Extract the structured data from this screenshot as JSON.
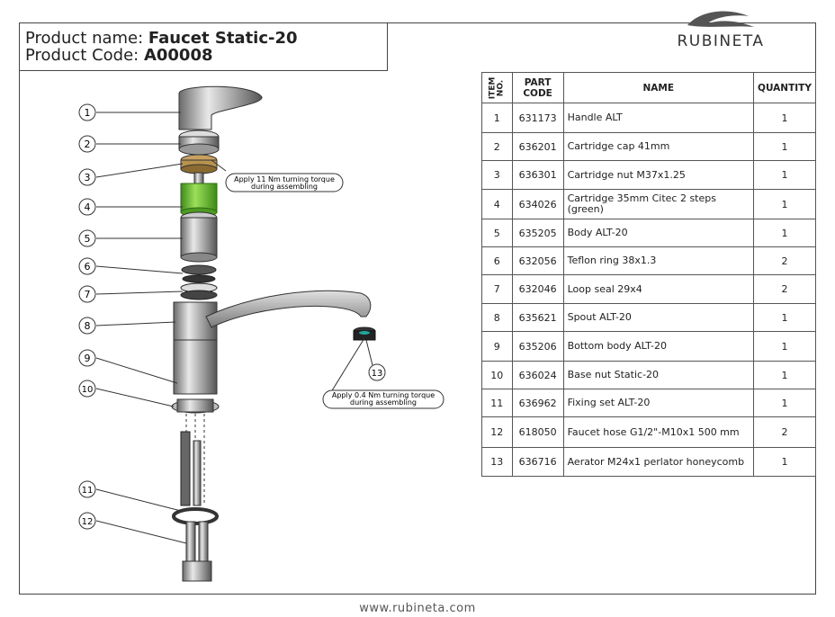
{
  "header": {
    "product_name_label": "Product name: ",
    "product_name": "Faucet Static-20",
    "product_code_label": "Product Code: ",
    "product_code": "A00008"
  },
  "brand": {
    "name": "RUBINETA",
    "color": "#333333"
  },
  "table": {
    "headers": {
      "item": "ITEM NO.",
      "item_a": "ITEM",
      "item_b": "NO.",
      "part_code": "PART CODE",
      "part_a": "PART",
      "part_b": "CODE",
      "name": "NAME",
      "quantity": "QUANTITY"
    },
    "rows": [
      {
        "item": "1",
        "code": "631173",
        "name": "Handle ALT",
        "qty": "1"
      },
      {
        "item": "2",
        "code": "636201",
        "name": "Cartridge cap 41mm",
        "qty": "1"
      },
      {
        "item": "3",
        "code": "636301",
        "name": "Cartridge nut  M37x1.25",
        "qty": "1"
      },
      {
        "item": "4",
        "code": "634026",
        "name": "Cartridge 35mm Citec 2 steps (green)",
        "qty": "1"
      },
      {
        "item": "5",
        "code": "635205",
        "name": "Body ALT-20",
        "qty": "1"
      },
      {
        "item": "6",
        "code": "632056",
        "name": "Teflon ring  38x1.3",
        "qty": "2"
      },
      {
        "item": "7",
        "code": "632046",
        "name": "Loop seal 29x4",
        "qty": "2"
      },
      {
        "item": "8",
        "code": "635621",
        "name": "Spout ALT-20",
        "qty": "1"
      },
      {
        "item": "9",
        "code": "635206",
        "name": "Bottom body ALT-20",
        "qty": "1"
      },
      {
        "item": "10",
        "code": "636024",
        "name": "Base nut  Static-20",
        "qty": "1"
      },
      {
        "item": "11",
        "code": "636962",
        "name": "Fixing set ALT-20",
        "qty": "1"
      },
      {
        "item": "12",
        "code": "618050",
        "name": "Faucet hose G1/2\"-M10x1 500 mm",
        "qty": "2"
      },
      {
        "item": "13",
        "code": "636716",
        "name": "Aerator M24x1 perlator honeycomb",
        "qty": "1"
      }
    ]
  },
  "drawing": {
    "callouts": [
      "1",
      "2",
      "3",
      "4",
      "5",
      "6",
      "7",
      "8",
      "9",
      "10",
      "11",
      "12",
      "13"
    ],
    "note_cartridge_line1": "Apply 11 Nm turning torque",
    "note_cartridge_line2": "during assembling",
    "note_aerator_line1": "Apply 0.4 Nm turning torque",
    "note_aerator_line2": "during assembling",
    "accent_green": "#6fbe2e"
  },
  "footer": {
    "url": "www.rubineta.com"
  }
}
